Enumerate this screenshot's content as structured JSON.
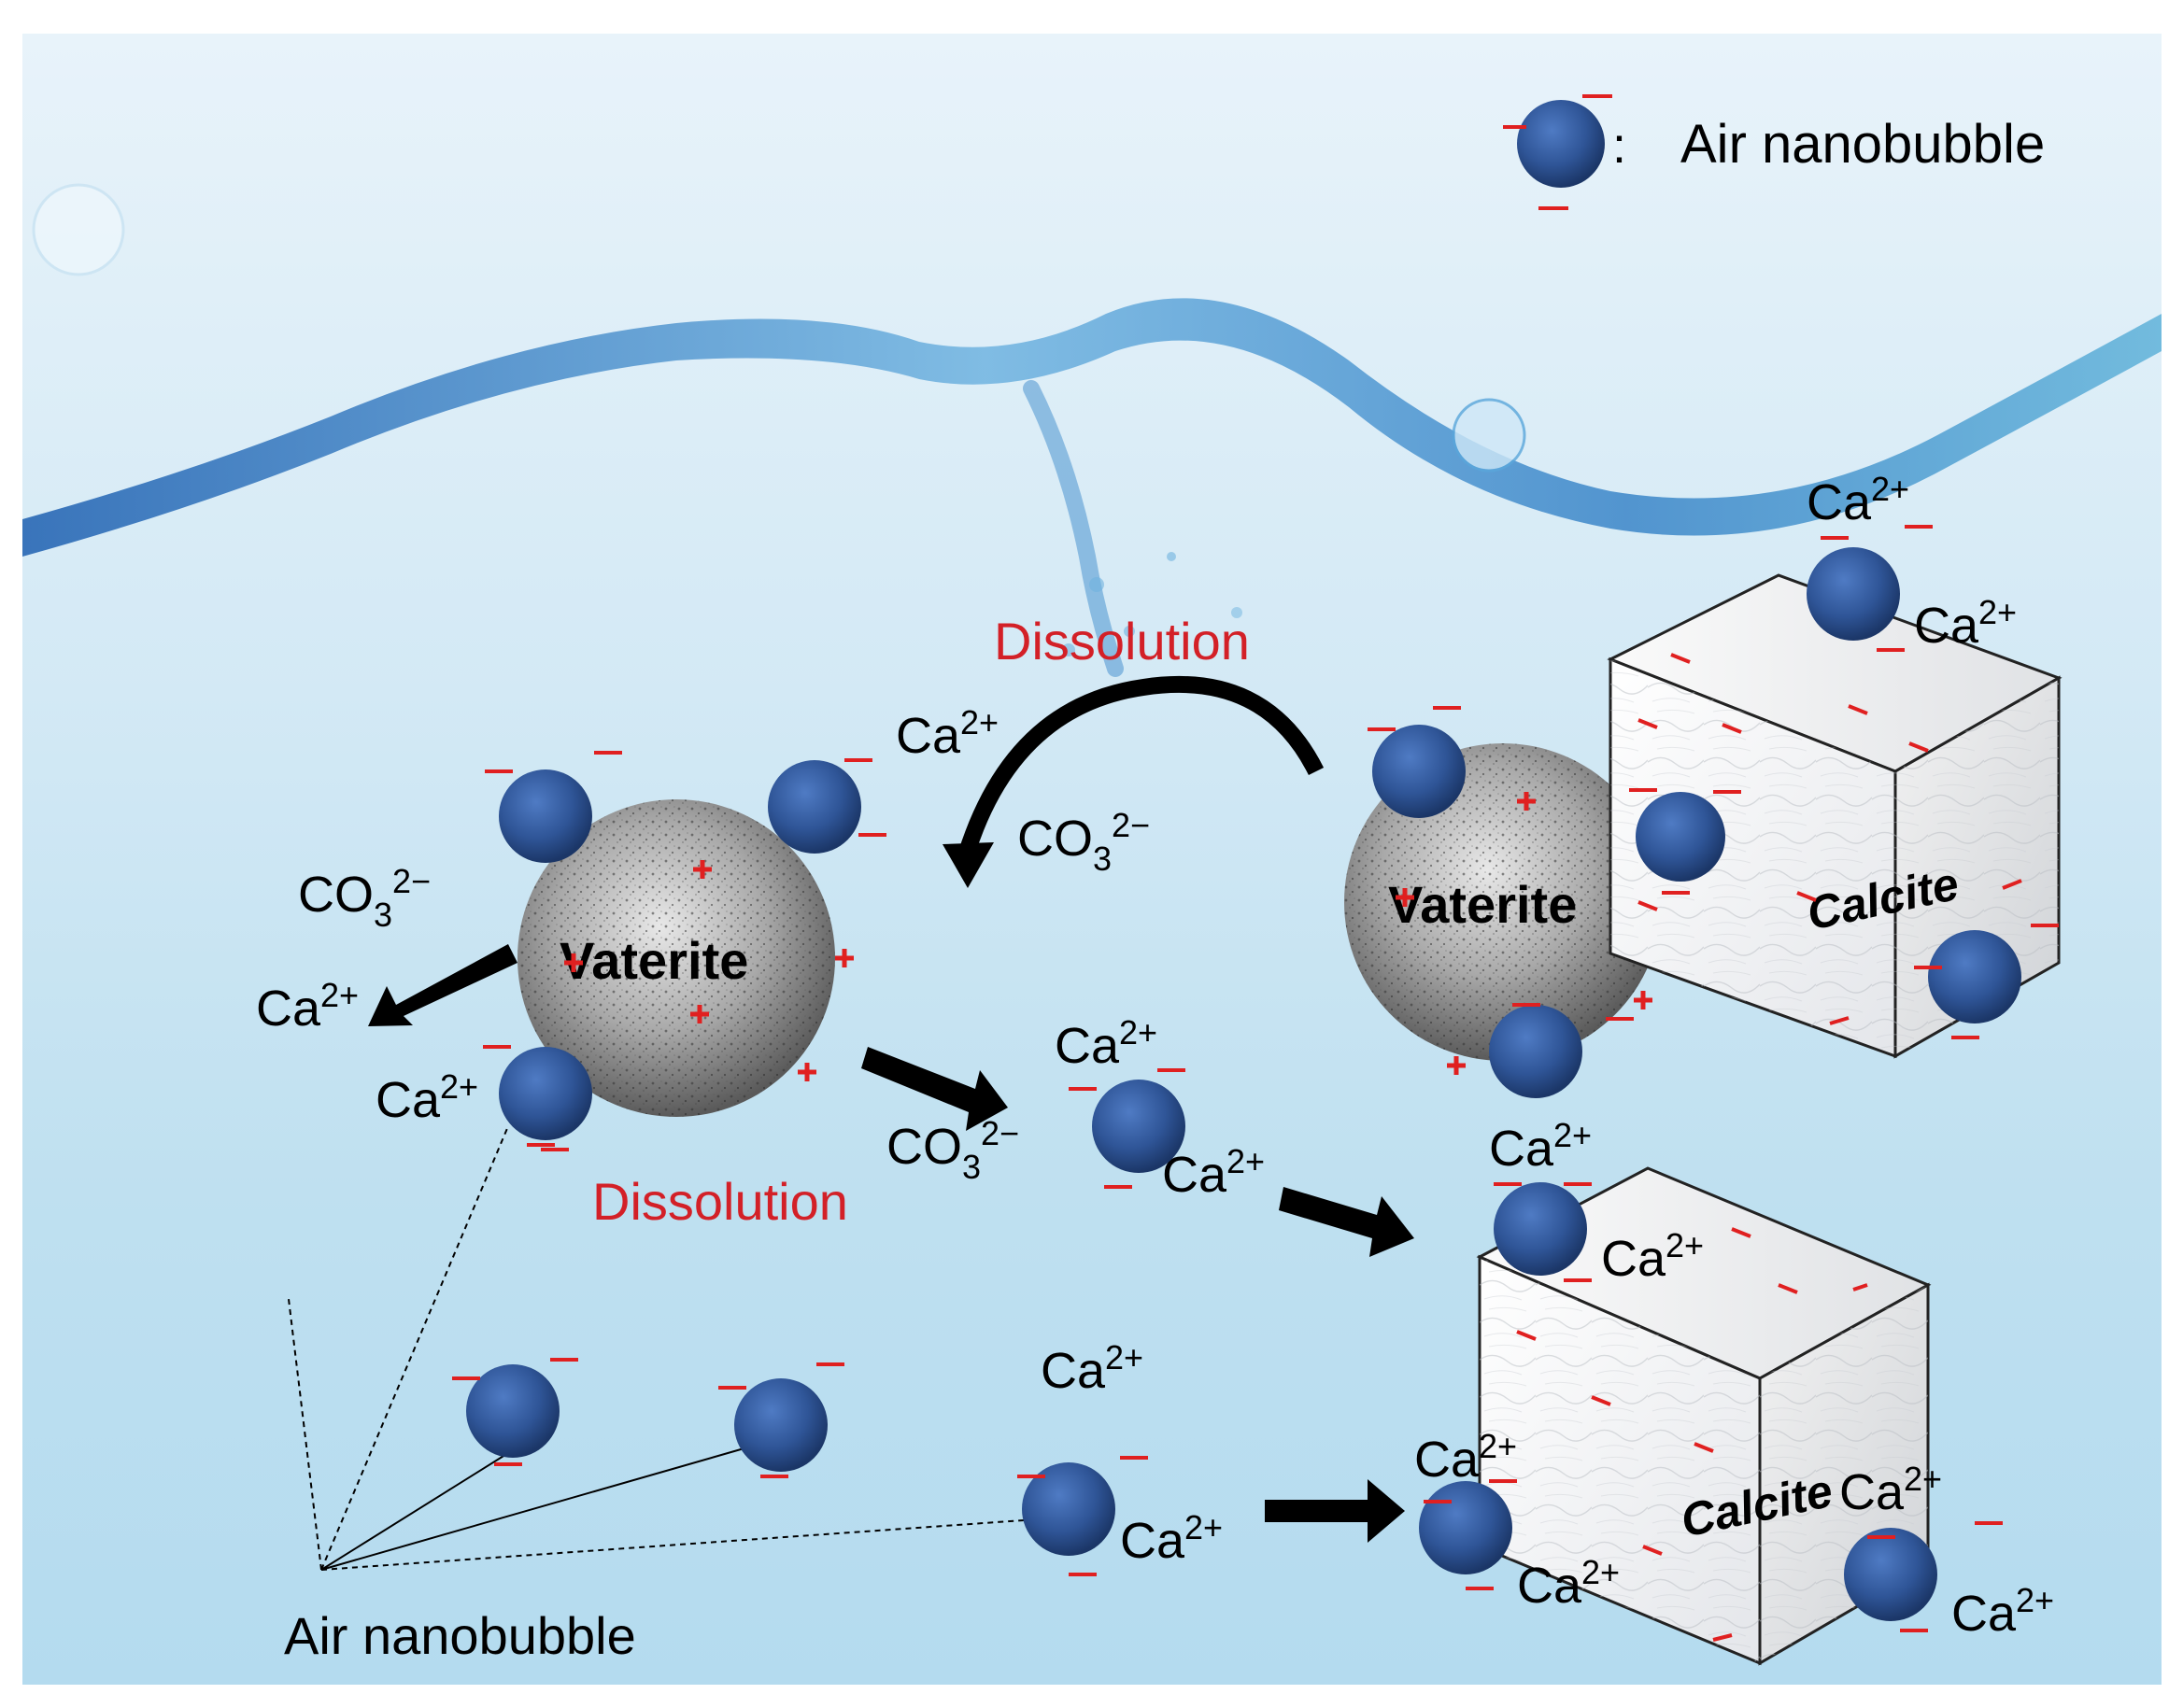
{
  "legend": {
    "label": "Air nanobubble"
  },
  "labels": {
    "dissolution_top": "Dissolution",
    "dissolution_mid": "Dissolution",
    "vaterite_left": "Vaterite",
    "vaterite_right": "Vaterite",
    "calcite_top": "Calcite",
    "calcite_bottom": "Calcite",
    "air_nanobubble_bottom": "Air nanobubble"
  },
  "ions": {
    "ca_base": "Ca",
    "ca_charge": "2+",
    "co3_base": "CO",
    "co3_sub": "3",
    "co3_charge": "2−"
  },
  "colors": {
    "dissolution_text": "#d32027",
    "charge_marks": "#e02020",
    "bubble": "#2f5597",
    "arrow": "#000000"
  }
}
